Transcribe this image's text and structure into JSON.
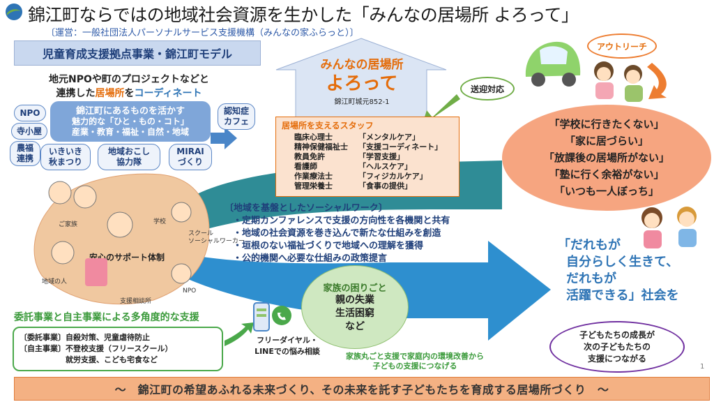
{
  "header": {
    "title": "錦江町ならではの地域社会資源を生かした「みんなの居場所 よろって」",
    "subtitle": "〔運営：一般社団法人パーソナルサービス支援機構（みんなの家ふらっと）〕"
  },
  "model_label": "児童育成支援拠点事業・錦江町モデル",
  "coordinate": {
    "line1": "地元NPOや町のプロジェクトなどと",
    "line2_pre": "連携した",
    "line2_place": "居場所",
    "line2_mid": "を",
    "line2_coord": "コーディネート"
  },
  "center_bubble": {
    "line1": "錦江町にあるものを活かす",
    "line2": "魅力的な「ひと・もの・コト」",
    "line3": "産業・教育・福祉・自然・地域"
  },
  "partners": {
    "npo": "NPO",
    "terakoya": "寺小屋",
    "nofuku": "農福\n連携",
    "ikiiki": "いきいき\n秋まつり",
    "chiiki_okoshi": "地域おこし\n協力隊",
    "mirai": "MIRAI\nづくり",
    "ninchisho": "認知症\nカフェ"
  },
  "house": {
    "name_top": "みんなの居場所",
    "name_big": "よろって",
    "address": "錦江町城元852-1"
  },
  "pickup": "送迎対応",
  "outreach": "アウトリーチ",
  "staff": {
    "title": "居場所を支えるスタッフ",
    "rows": [
      {
        "role": "臨床心理士",
        "duty": "「メンタルケア」"
      },
      {
        "role": "精神保健福祉士",
        "duty": "「支援コーディネート」"
      },
      {
        "role": "教員免許",
        "duty": "「学習支援」"
      },
      {
        "role": "看護師",
        "duty": "「ヘルスケア」"
      },
      {
        "role": "作業療法士",
        "duty": "「フィジカルケア」"
      },
      {
        "role": "管理栄養士",
        "duty": "「食事の提供」"
      }
    ]
  },
  "issues": [
    "「学校に行きたくない」",
    "「家に居づらい」",
    "「放課後の居場所がない」",
    "「塾に行く余裕がない」",
    "「いつも一人ぼっち」"
  ],
  "support": {
    "center": "安心のサポート体制",
    "family": "ご家族",
    "school": "学校",
    "ssw": "スクール\nソーシャルワーカー",
    "community": "地域の人",
    "npo": "NPO",
    "counselor": "支援相談所"
  },
  "social_work": {
    "title": "〔地域を基盤としたソーシャルワーク〕",
    "items": [
      "・定期カンファレンスで支援の方向性を各機関と共有",
      "・地域の社会資源を巻き込んで新たな仕組みを創造",
      "・垣根のない福祉づくりで地域への理解を獲得",
      "・公的機関へ必要な仕組みの政策提言"
    ]
  },
  "family_troubles": {
    "title": "家族の困りごと",
    "items": [
      "親の失業",
      "生活困窮",
      "など"
    ]
  },
  "family_support": {
    "line1": "家族丸ごと支援で家庭内の環境改善から",
    "line2": "子どもの支援につなげる"
  },
  "vision": {
    "line1": "「だれもが",
    "line2": "自分らしく生きて、",
    "line3": "だれもが",
    "line4": "活躍できる」社会を"
  },
  "growth": {
    "line1": "子どもたちの成長が",
    "line2": "次の子どもたちの",
    "line3": "支援につながる"
  },
  "commission": {
    "title": "委託事業と自主事業による多角度的な支援",
    "r1_label": "〔委託事業〕",
    "r1_text": "自殺対策、児童虐待防止",
    "r2_label": "〔自主事業〕",
    "r2_text": "不登校支援（フリースクール）",
    "r3_text": "就労支援、こども宅食など"
  },
  "hotline": {
    "line1": "フリーダイヤル・",
    "line2": "LINEでの悩み相談"
  },
  "page_number": "1",
  "footer": "～　錦江町の希望あふれる未来づくり、その未来を託す子どもたちを育成する居場所づくり　～",
  "colors": {
    "accent_blue": "#2e74b5",
    "accent_orange": "#e46c0a",
    "accent_green": "#3a9a3a",
    "footer_bg": "#f4b183",
    "issues_bg": "#f6a580"
  }
}
